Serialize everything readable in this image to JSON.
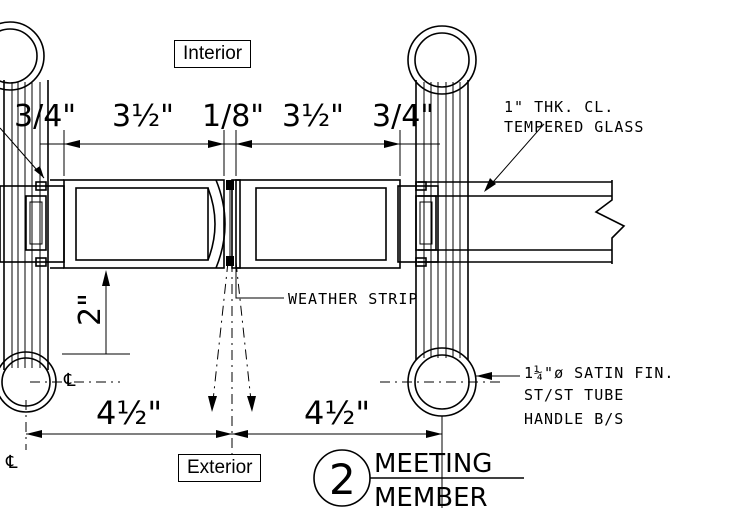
{
  "labels": {
    "interior": "Interior",
    "exterior": "Exterior",
    "glass_line1": "1\" THK. CL.",
    "glass_line2": "TEMPERED GLASS",
    "weather_strip": "WEATHER STRIP",
    "handle_line1": "1¼\"ø SATIN FIN.",
    "handle_line2": "ST/ST TUBE",
    "handle_line3": "HANDLE B/S"
  },
  "dimensions": {
    "top": [
      "3/4\"",
      "3½\"",
      "1/8\"",
      "3½\"",
      "3/4\""
    ],
    "vertical": "2\"",
    "bottom_left": "4½\"",
    "bottom_right": "4½\""
  },
  "centerline_symbol": "℄",
  "detail": {
    "number": "2",
    "title_line1": "MEETING",
    "title_line2": "MEMBER"
  }
}
